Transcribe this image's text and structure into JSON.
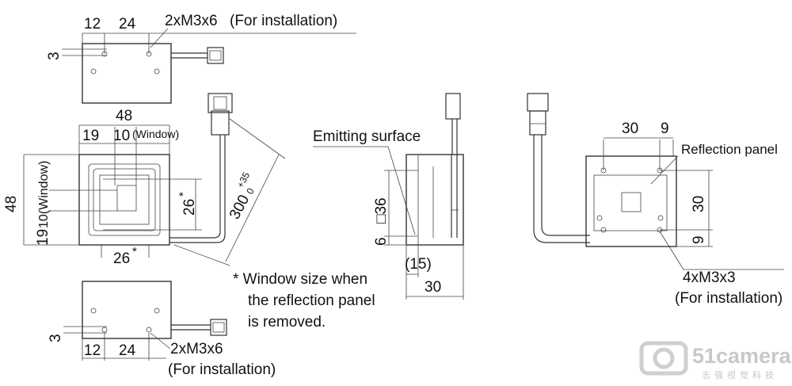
{
  "top_view": {
    "dim_a": "12",
    "dim_b": "24",
    "dim_side": "3",
    "screws": "2xM3x6",
    "screws_note": "(For installation)"
  },
  "front_view": {
    "width": "48",
    "height": "48",
    "left_offset": "19",
    "window_w": "10",
    "window_w_label": "(Window)",
    "left_offset_v": "19",
    "window_h_label": "10(Window)",
    "inner_v": "26",
    "inner_v_star": "*",
    "inner_h": "26",
    "inner_h_star": "*",
    "cable_len": "300",
    "tol_upper": "+35",
    "tol_lower": "0"
  },
  "note": {
    "line1": "* Window size when",
    "line2": "the reflection panel",
    "line3": "is removed."
  },
  "bottom_view": {
    "dim_a": "12",
    "dim_b": "24",
    "dim_side": "3",
    "screws": "2xM3x6",
    "screws_note": "(For installation)"
  },
  "side_view": {
    "emitting": "Emitting surface",
    "square": "□36",
    "dim_6": "6",
    "dim_15": "(15)",
    "dim_30": "30"
  },
  "rear_view": {
    "dim_30": "30",
    "dim_9": "9",
    "reflection": "Reflection panel",
    "dim_30_v": "30",
    "dim_9_v": "9",
    "screws": "4xM3x3",
    "screws_note": "(For installation)"
  },
  "watermark": {
    "brand": "51camera",
    "tagline": "志强视觉科技"
  }
}
